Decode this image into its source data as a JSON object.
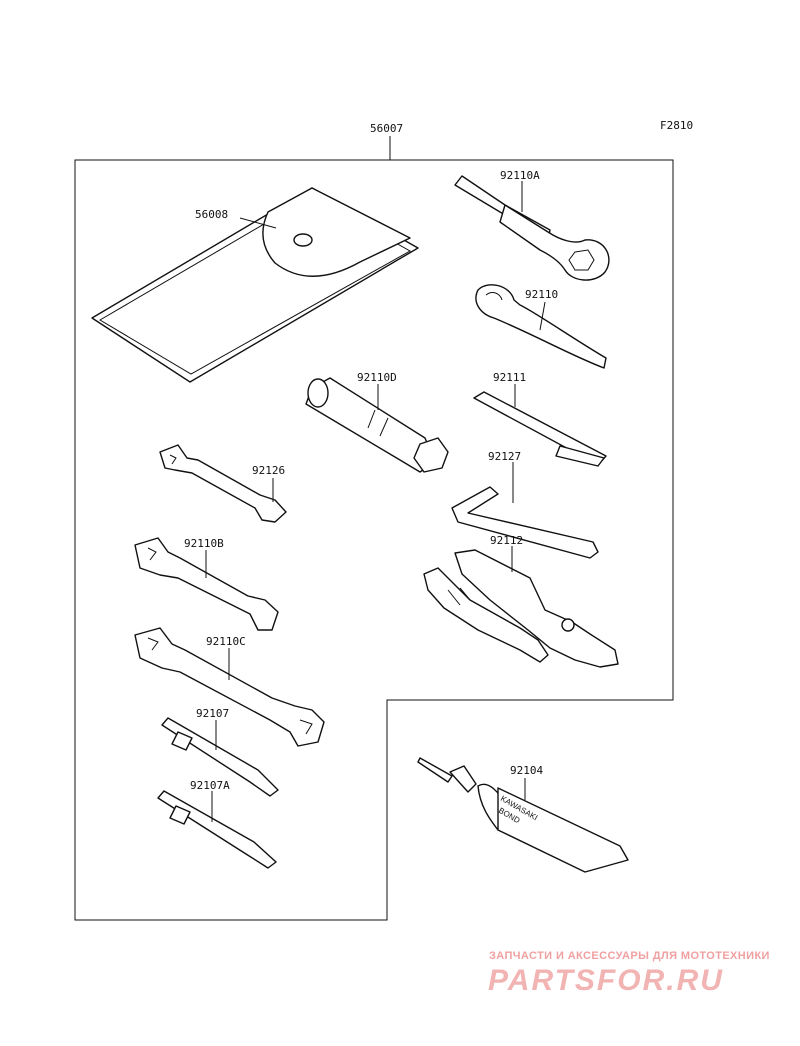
{
  "figure_code": "F2810",
  "parts": {
    "kit": "56007",
    "bag": "56008",
    "ring_wrench": "92110A",
    "hook_wrench": "92110",
    "socket_wrench": "92110D",
    "bar": "92111",
    "hex_key": "92127",
    "wrench_small": "92126",
    "wrench_b": "92110B",
    "pliers": "92112",
    "wrench_c": "92110C",
    "screwdriver": "92107",
    "screwdriver_a": "92107A",
    "bond": "92104"
  },
  "bond_label": [
    "KAWASAKI",
    "BOND"
  ],
  "watermark": {
    "tagline": "ЗАПЧАСТИ И АКСЕССУАРЫ ДЛЯ МОТОТЕХНИКИ",
    "logo": "PARTSFOR.RU"
  }
}
